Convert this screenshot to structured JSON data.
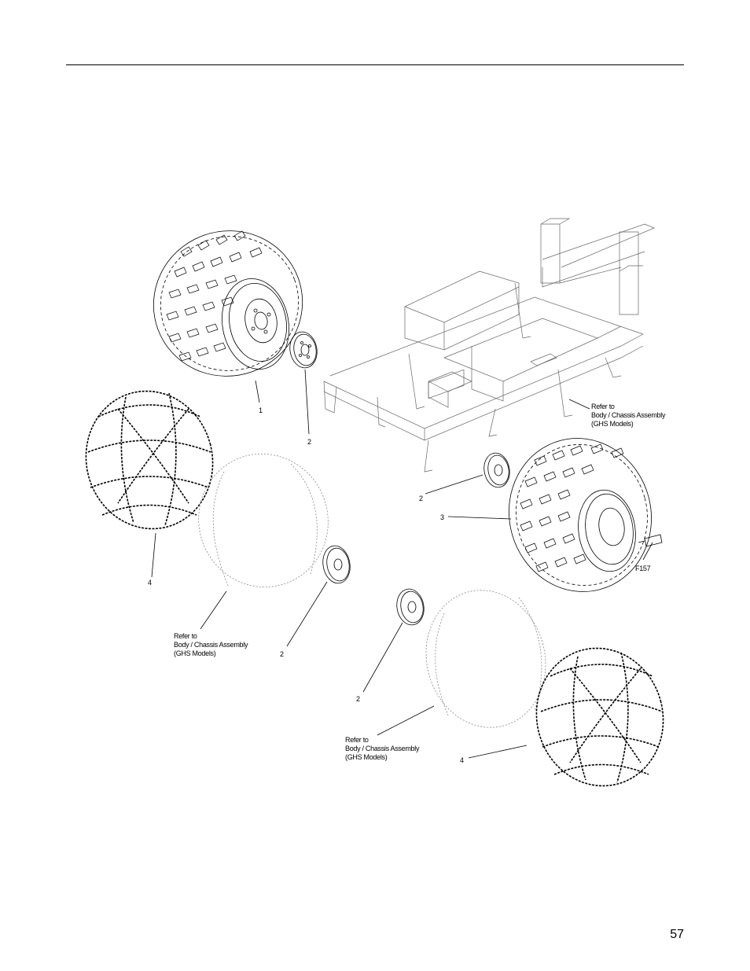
{
  "page_number": "57",
  "figure_code": "F157",
  "callouts": {
    "item1": "1",
    "item2_a": "2",
    "item2_b": "2",
    "item2_c": "2",
    "item2_d": "2",
    "item3": "3",
    "item4_a": "4",
    "item4_b": "4"
  },
  "reference_note": {
    "line1": "Refer to",
    "line2": "Body / Chassis Assembly",
    "line3": "(GHS Models)"
  }
}
